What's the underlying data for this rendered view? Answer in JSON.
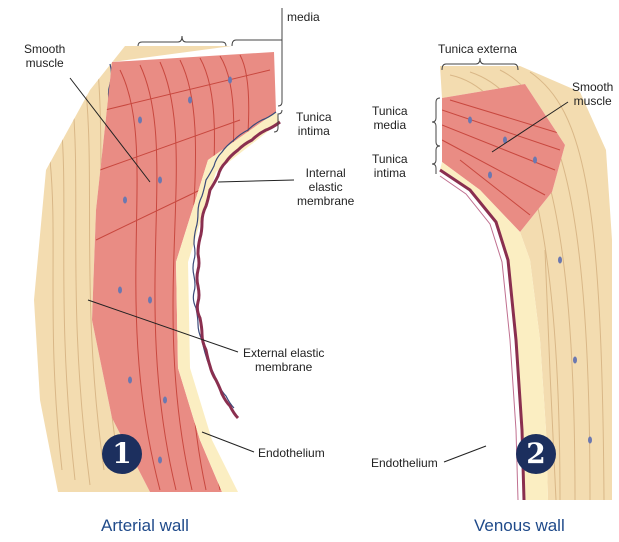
{
  "colors": {
    "externa": "#f3dcb0",
    "externa_fiber": "#d9b787",
    "media": "#e98c84",
    "media_fiber": "#c8483f",
    "intima": "#fbeec2",
    "endothelium": "#8a2f4f",
    "badge": "#1c2f5e",
    "caption": "#1f4a8a"
  },
  "arterial": {
    "labels": {
      "media_top": "media",
      "smooth_muscle": [
        "Smooth",
        "muscle"
      ],
      "tunica_intima": [
        "Tunica",
        "intima"
      ],
      "internal_elastic": [
        "Internal",
        "elastic",
        "membrane"
      ],
      "external_elastic": [
        "External elastic",
        "membrane"
      ],
      "endothelium": "Endothelium"
    },
    "badge": "1",
    "caption": "Arterial wall"
  },
  "venous": {
    "labels": {
      "tunica_externa": "Tunica externa",
      "tunica_media": [
        "Tunica",
        "media"
      ],
      "tunica_intima": [
        "Tunica",
        "intima"
      ],
      "smooth_muscle": [
        "Smooth",
        "muscle"
      ],
      "endothelium": "Endothelium"
    },
    "badge": "2",
    "caption": "Venous wall"
  }
}
